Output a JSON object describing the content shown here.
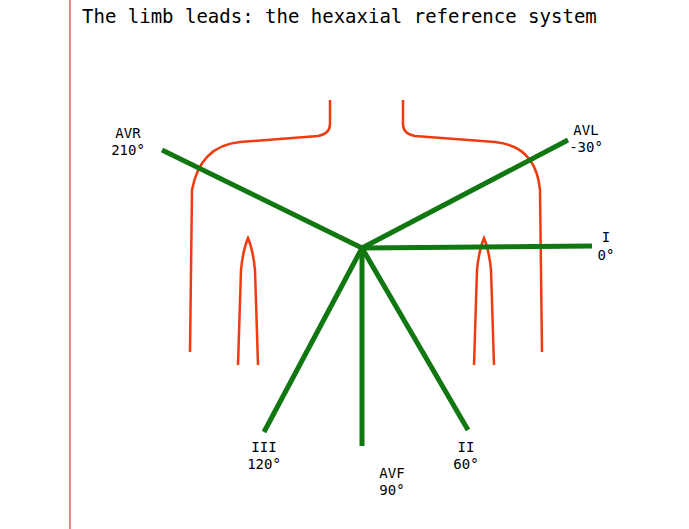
{
  "diagram": {
    "title": "The limb leads: the hexaxial reference system",
    "labels": [
      "AVR",
      "210°",
      "AVL",
      "-30°",
      "I",
      "0°",
      "III",
      "120°",
      "AVF",
      "90°",
      "II",
      "60°"
    ]
  }
}
